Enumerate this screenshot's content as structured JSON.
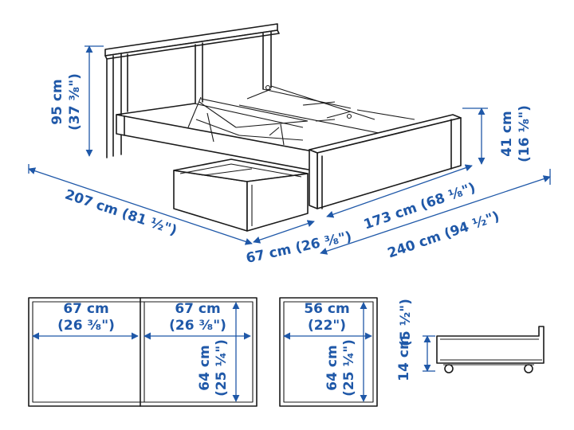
{
  "bed_dimensions": {
    "headboard_height": {
      "cm": "95 cm",
      "in": "(37 ³⁄₈\")"
    },
    "footboard_height": {
      "cm": "41 cm",
      "in": "(16 ¹⁄₈\")"
    },
    "length": "207 cm (81 ¹⁄₂\")",
    "width_inner": "173 cm (68 ¹⁄₈\")",
    "width_total": "240 cm (94 ¹⁄₂\")",
    "drawer_depth": "67 cm (26 ³⁄₈\")"
  },
  "drawer_top_view_1": {
    "left_width": {
      "cm": "67 cm",
      "in": "(26 ³⁄₈\")"
    },
    "right_width": {
      "cm": "67 cm",
      "in": "(26 ³⁄₈\")"
    },
    "depth": {
      "cm": "64 cm",
      "in": "(25 ¹⁄₄\")"
    }
  },
  "drawer_top_view_2": {
    "width": {
      "cm": "56 cm",
      "in": "(22\")"
    },
    "depth": {
      "cm": "64 cm",
      "in": "(25 ¹⁄₄\")"
    }
  },
  "drawer_side_view": {
    "height": {
      "cm": "14 cm",
      "in": "(5 ¹⁄₂\")"
    }
  }
}
